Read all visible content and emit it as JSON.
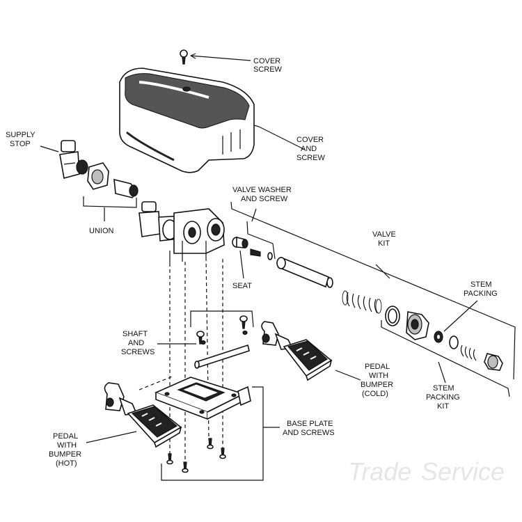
{
  "labels": {
    "cover_screw": [
      "COVER",
      "SCREW"
    ],
    "cover_and_screw": [
      "COVER",
      "AND",
      "SCREW"
    ],
    "supply_stop": [
      "SUPPLY",
      "STOP"
    ],
    "union": [
      "UNION"
    ],
    "valve_washer": [
      "VALVE WASHER",
      "AND SCREW"
    ],
    "valve_kit": [
      "VALVE",
      "KIT"
    ],
    "seat": [
      "SEAT"
    ],
    "stem_packing": [
      "STEM",
      "PACKING"
    ],
    "shaft_and_screws": [
      "SHAFT",
      "AND",
      "SCREWS"
    ],
    "pedal_cold": [
      "PEDAL",
      "WITH",
      "BUMPER",
      "(COLD)"
    ],
    "stem_packing_kit": [
      "STEM",
      "PACKING",
      "KIT"
    ],
    "base_plate": [
      "BASE PLATE",
      "AND SCREWS"
    ],
    "pedal_hot": [
      "PEDAL",
      "WITH",
      "BUMPER",
      "(HOT)"
    ]
  },
  "watermark": [
    "Trade",
    "Service"
  ]
}
